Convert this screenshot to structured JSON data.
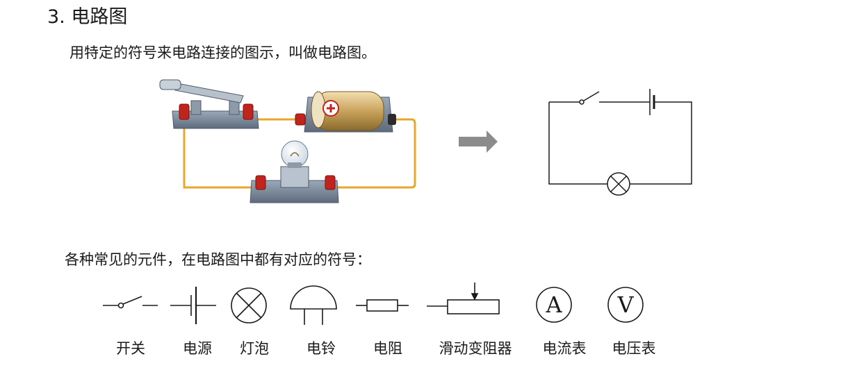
{
  "heading": "3. 电路图",
  "intro_text": "用特定的符号来电路连接的图示，叫做电路图。",
  "section2_text": "各种常见的元件，在电路图中都有对应的符号：",
  "symbols": [
    {
      "label": "开关",
      "icon": "switch-symbol-icon"
    },
    {
      "label": "电源",
      "icon": "battery-symbol-icon"
    },
    {
      "label": "灯泡",
      "icon": "lamp-symbol-icon"
    },
    {
      "label": "电铃",
      "icon": "bell-symbol-icon"
    },
    {
      "label": "电阻",
      "icon": "resistor-symbol-icon"
    },
    {
      "label": "滑动变阻器",
      "icon": "rheostat-symbol-icon"
    },
    {
      "label": "电流表",
      "icon": "ammeter-symbol-icon"
    },
    {
      "label": "电压表",
      "icon": "voltmeter-symbol-icon"
    }
  ],
  "meter_letters": {
    "ammeter": "A",
    "voltmeter": "V"
  },
  "colors": {
    "wire": "#e8a72a",
    "terminal": "#c0241c",
    "base": "#6f7f92",
    "arrow": "#8c8c8c",
    "battery": "#c9a35c"
  }
}
